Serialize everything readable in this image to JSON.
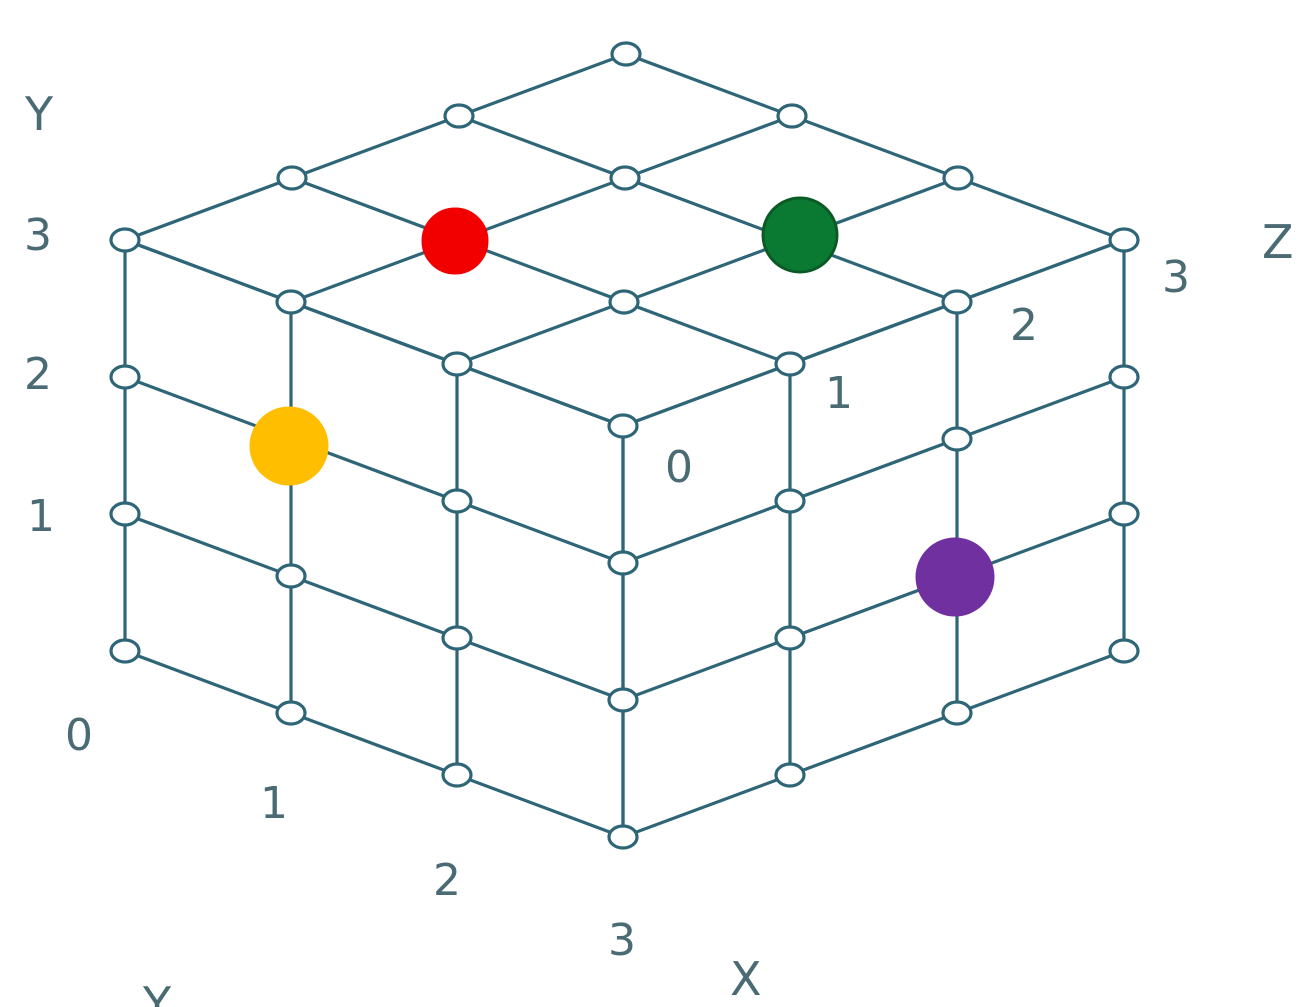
{
  "diagram": {
    "labels": {
      "y_axis_name": "Y",
      "z_axis_name": "Z",
      "x_axis_name": "X",
      "y_ticks": [
        "3",
        "2",
        "1",
        "0"
      ],
      "x_ticks": [
        "1",
        "2",
        "3"
      ],
      "z_ticks": [
        "3",
        "2",
        "1",
        "0"
      ],
      "bottom_letter": "Y"
    },
    "colors": {
      "grid_line": "#2f6677",
      "node_fill": "#ffffff",
      "text": "#4a6a74"
    },
    "markers": [
      {
        "name": "red-marker",
        "color": "#f20000",
        "stroke": "#f20000"
      },
      {
        "name": "green-marker",
        "color": "#0a7a33",
        "stroke": "#0b5a26"
      },
      {
        "name": "yellow-marker",
        "color": "#ffbf00",
        "stroke": "#ffbf00"
      },
      {
        "name": "purple-marker",
        "color": "#7030a0",
        "stroke": "#7030a0"
      }
    ]
  }
}
